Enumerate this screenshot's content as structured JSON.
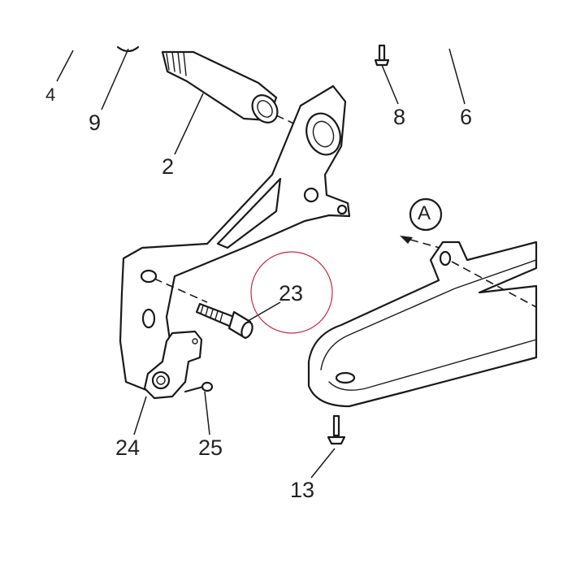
{
  "diagram": {
    "highlight_color": "#c8283c",
    "line_color": "#1a1a1a",
    "callouts": [
      {
        "id": "4",
        "label": "4"
      },
      {
        "id": "9",
        "label": "9"
      },
      {
        "id": "2",
        "label": "2"
      },
      {
        "id": "8",
        "label": "8"
      },
      {
        "id": "6",
        "label": "6"
      },
      {
        "id": "23",
        "label": "23"
      },
      {
        "id": "24",
        "label": "24"
      },
      {
        "id": "25",
        "label": "25"
      },
      {
        "id": "13",
        "label": "13"
      }
    ],
    "view_marker": {
      "label": "A"
    }
  }
}
